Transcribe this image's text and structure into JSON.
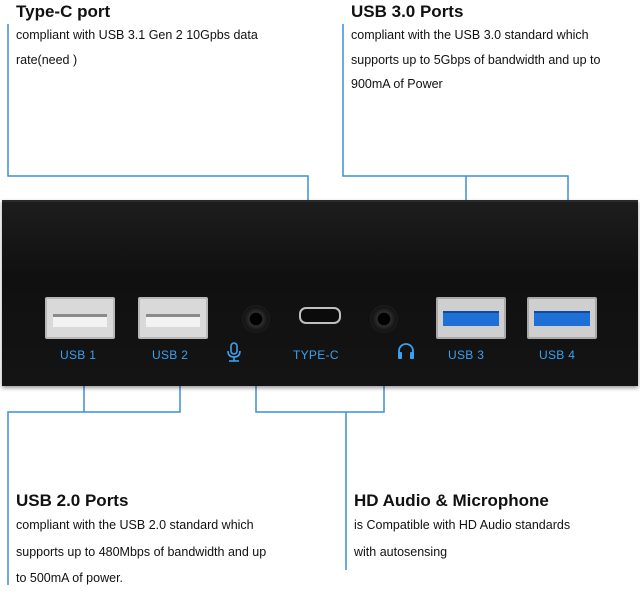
{
  "callouts": {
    "type_c": {
      "title": "Type-C port",
      "lines": [
        "compliant with USB 3.1 Gen 2 10Gpbs data",
        "rate(need )"
      ]
    },
    "usb3": {
      "title": "USB 3.0 Ports",
      "lines": [
        "compliant with the USB 3.0 standard which",
        "supports up to 5Gbps of bandwidth and up to",
        "900mA of Power"
      ]
    },
    "usb2": {
      "title": "USB 2.0 Ports",
      "lines": [
        "compliant with the USB 2.0 standard which",
        "supports up to 480Mbps of bandwidth and up",
        "to 500mA of power."
      ]
    },
    "audio": {
      "title": "HD Audio & Microphone",
      "lines": [
        "is Compatible with HD Audio standards",
        "with autosensing"
      ]
    }
  },
  "ports": {
    "usb1": "USB 1",
    "usb2": "USB 2",
    "typec": "TYPE-C",
    "usb3": "USB 3",
    "usb4": "USB 4"
  },
  "icons": {
    "microphone": "microphone-icon",
    "headphones": "headphones-icon"
  },
  "colors": {
    "callout_line": "#3b8fd9",
    "port_label": "#3aa0f0",
    "panel": "#141414"
  }
}
